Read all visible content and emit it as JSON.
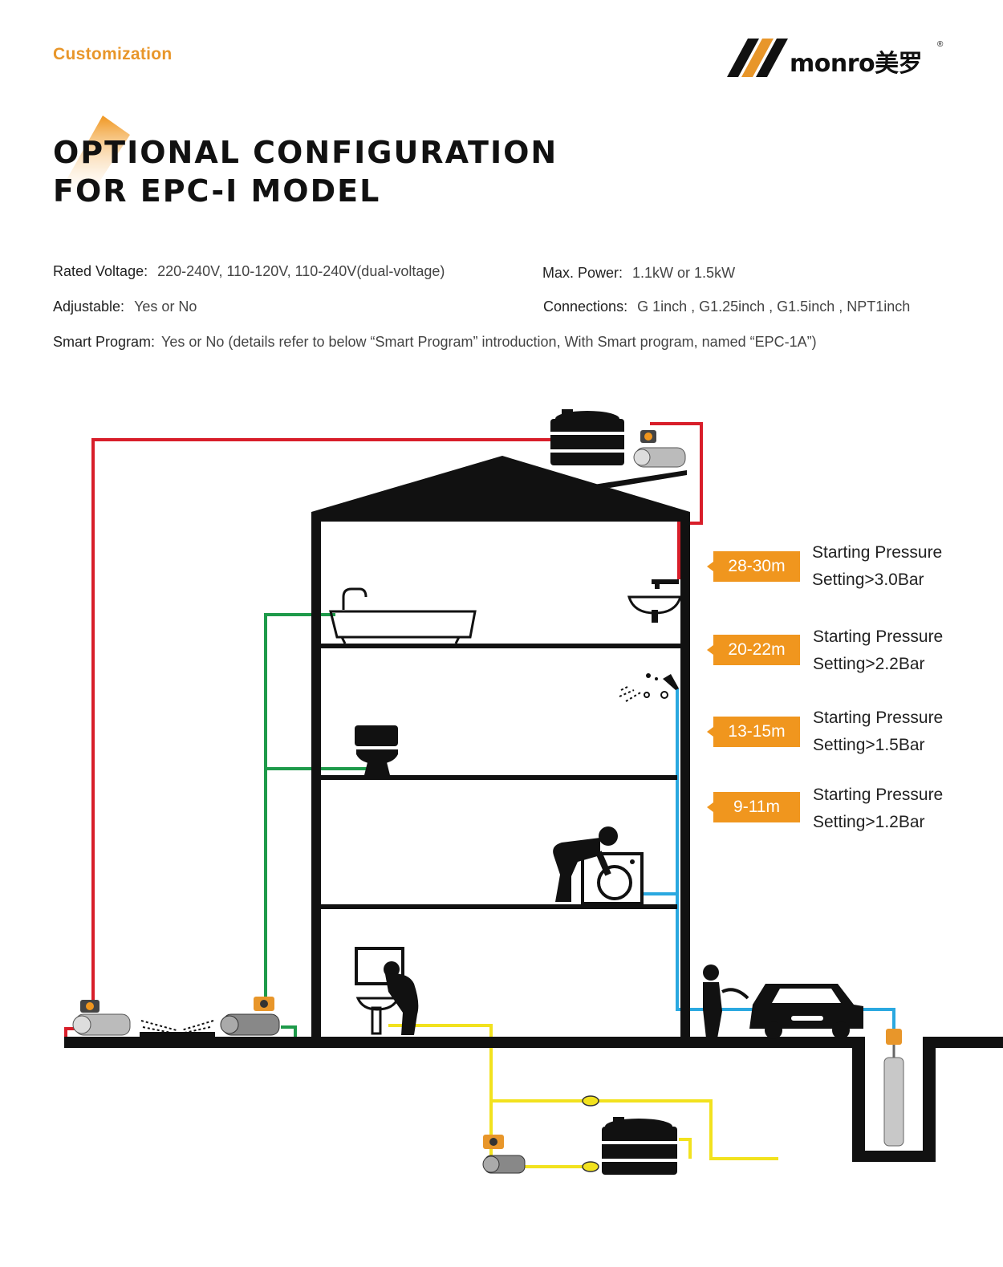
{
  "header": {
    "section_label": "Customization",
    "brand": "monro美罗",
    "brand_mark": "®",
    "title_line1": "OPTIONAL CONFIGURATION",
    "title_line2": "FOR EPC-I MODEL"
  },
  "specs": {
    "rated_voltage": {
      "label": "Rated Voltage:",
      "value": "220-240V, 110-120V, 110-240V(dual-voltage)"
    },
    "max_power": {
      "label": "Max. Power:",
      "value": "1.1kW or 1.5kW"
    },
    "adjustable": {
      "label": "Adjustable:",
      "value": "Yes or No"
    },
    "connections": {
      "label": "Connections:",
      "value": "G 1inch , G1.25inch , G1.5inch , NPT1inch"
    },
    "smart_program": {
      "label": "Smart Program:",
      "value": "Yes or No (details refer to below “Smart Program” introduction, With Smart program, named “EPC-1A”)"
    }
  },
  "pressure_levels": [
    {
      "height": "28-30m",
      "line1": "Starting Pressure",
      "line2": "Setting>3.0Bar"
    },
    {
      "height": "20-22m",
      "line1": "Starting Pressure",
      "line2": "Setting>2.2Bar"
    },
    {
      "height": "13-15m",
      "line1": "Starting Pressure",
      "line2": "Setting>1.5Bar"
    },
    {
      "height": "9-11m",
      "line1": "Starting Pressure",
      "line2": "Setting>1.2Bar"
    }
  ],
  "colors": {
    "accent": "#F0961E",
    "pipe_red": "#D81E2A",
    "pipe_green": "#1E9A4A",
    "pipe_blue": "#2AA8E0",
    "pipe_yellow": "#F2E21E",
    "structure": "#111111"
  },
  "icons": [
    "bathtub-icon",
    "washbasin-icon",
    "shower-icon",
    "toilet-icon",
    "washing-machine-person-icon",
    "person-washing-icon",
    "car-wash-icon",
    "water-tank-icon",
    "pump-icon",
    "sprinkler-icon",
    "submersible-pump-icon",
    "valve-icon"
  ]
}
